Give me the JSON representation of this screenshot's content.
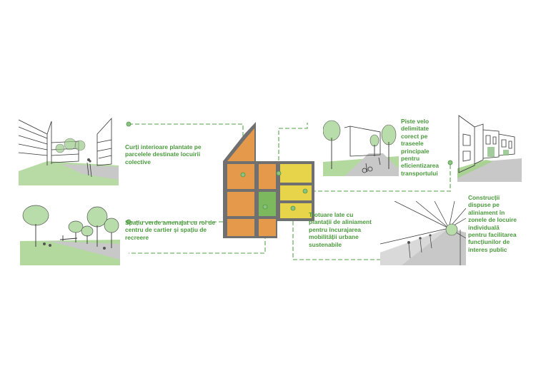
{
  "colors": {
    "connector": "#8cc084",
    "dot_fill": "#8cc084",
    "label_text": "#4a9a3c",
    "outline": "#6f6f6f",
    "block_orange": "#e49a4a",
    "block_yellow": "#e8d44a",
    "block_green": "#7cb85e",
    "sketch_ground": "#c8c8c8",
    "sketch_green": "#a6d28e",
    "sketch_line": "#333333"
  },
  "labels": {
    "courtyards": "Curți interioare plantate pe parcelele destinate locuirii colective",
    "green_space": "Spațiu verde amenajat cu rol de centru de cartier și spațiu de recreere",
    "bike_lanes": "Piste velo delimitate corect pe traseele principale pentru eficientizarea transportului",
    "sidewalks": "Trotuare late cu plantații de aliniament pentru încurajarea mobilității urbane sustenabile",
    "construction": "Construcții dispuse pe aliniament în zonele de locuire individuală pentru facilitarea funcțiunilor de interes public"
  }
}
